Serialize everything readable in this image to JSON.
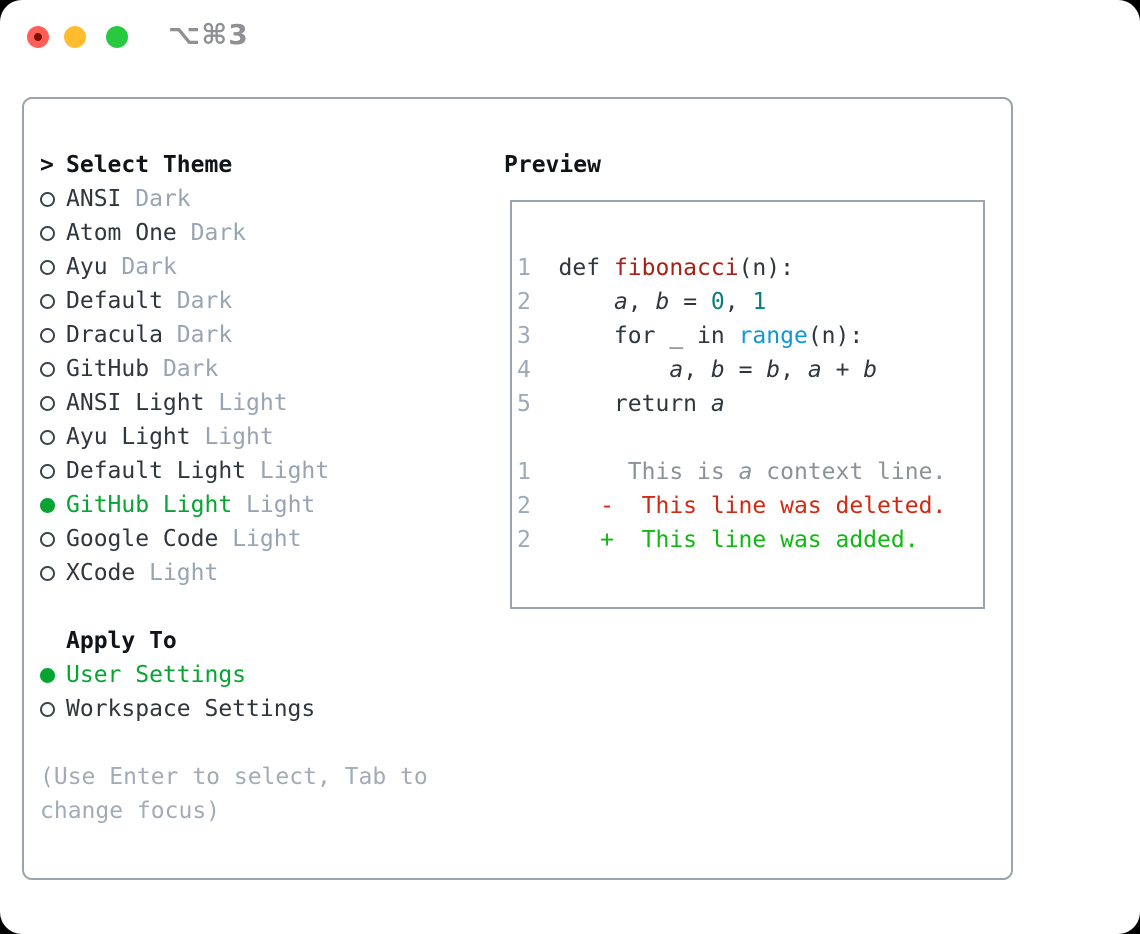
{
  "window": {
    "title_shortcut": "⌥⌘3",
    "traffic_lights": [
      "close",
      "minimize",
      "zoom"
    ]
  },
  "colors": {
    "selected_green": "#07a434",
    "header_text": "#101418",
    "item_text": "#30363d",
    "variant_muted": "#99a4b2",
    "hint_text": "#a3abb7",
    "panel_border": "#9aa3ae",
    "code": "#30363d",
    "function": "#a62117",
    "number": "#0c7d7e",
    "builtin": "#0f98d7",
    "variable": "#30363d",
    "context": "#8c9299",
    "deleted": "#d02a12",
    "added": "#10b910",
    "gutter": "#9caaba"
  },
  "theme_panel": {
    "prompt": ">",
    "title": "Select Theme",
    "themes": [
      {
        "name": "ANSI",
        "variant": "Dark",
        "selected": false
      },
      {
        "name": "Atom One",
        "variant": "Dark",
        "selected": false
      },
      {
        "name": "Ayu",
        "variant": "Dark",
        "selected": false
      },
      {
        "name": "Default",
        "variant": "Dark",
        "selected": false
      },
      {
        "name": "Dracula",
        "variant": "Dark",
        "selected": false
      },
      {
        "name": "GitHub",
        "variant": "Dark",
        "selected": false
      },
      {
        "name": "ANSI Light",
        "variant": "Light",
        "selected": false
      },
      {
        "name": "Ayu Light",
        "variant": "Light",
        "selected": false
      },
      {
        "name": "Default Light",
        "variant": "Light",
        "selected": false
      },
      {
        "name": "GitHub Light",
        "variant": "Light",
        "selected": true
      },
      {
        "name": "Google Code",
        "variant": "Light",
        "selected": false
      },
      {
        "name": "XCode",
        "variant": "Light",
        "selected": false
      }
    ],
    "apply_to": {
      "title": "Apply To",
      "options": [
        {
          "name": "User Settings",
          "selected": true
        },
        {
          "name": "Workspace Settings",
          "selected": false
        }
      ]
    },
    "hint_line1": "(Use Enter to select, Tab to",
    "hint_line2": "change focus)"
  },
  "preview": {
    "title": "Preview",
    "lines": [
      {
        "num": "1",
        "tokens": [
          {
            "t": "def ",
            "c": "code"
          },
          {
            "t": "fibonacci",
            "c": "function"
          },
          {
            "t": "(n):",
            "c": "code"
          }
        ]
      },
      {
        "num": "2",
        "tokens": [
          {
            "t": "    ",
            "c": "code"
          },
          {
            "t": "a",
            "c": "variable",
            "i": true
          },
          {
            "t": ", ",
            "c": "code"
          },
          {
            "t": "b",
            "c": "variable",
            "i": true
          },
          {
            "t": " = ",
            "c": "code"
          },
          {
            "t": "0",
            "c": "number"
          },
          {
            "t": ", ",
            "c": "code"
          },
          {
            "t": "1",
            "c": "number"
          }
        ]
      },
      {
        "num": "3",
        "tokens": [
          {
            "t": "    for _ in ",
            "c": "code"
          },
          {
            "t": "range",
            "c": "builtin"
          },
          {
            "t": "(n):",
            "c": "code"
          }
        ]
      },
      {
        "num": "4",
        "tokens": [
          {
            "t": "        ",
            "c": "code"
          },
          {
            "t": "a",
            "c": "variable",
            "i": true
          },
          {
            "t": ", ",
            "c": "code"
          },
          {
            "t": "b",
            "c": "variable",
            "i": true
          },
          {
            "t": " = ",
            "c": "code"
          },
          {
            "t": "b",
            "c": "variable",
            "i": true
          },
          {
            "t": ", ",
            "c": "code"
          },
          {
            "t": "a",
            "c": "variable",
            "i": true
          },
          {
            "t": " + ",
            "c": "code"
          },
          {
            "t": "b",
            "c": "variable",
            "i": true
          }
        ]
      },
      {
        "num": "5",
        "tokens": [
          {
            "t": "    return ",
            "c": "code"
          },
          {
            "t": "a",
            "c": "variable",
            "i": true
          }
        ]
      },
      {
        "num": "",
        "tokens": []
      },
      {
        "num": "1",
        "tokens": [
          {
            "t": "     This is ",
            "c": "context"
          },
          {
            "t": "a",
            "c": "context",
            "i": true
          },
          {
            "t": " context line.",
            "c": "context"
          }
        ]
      },
      {
        "num": "2",
        "tokens": [
          {
            "t": "   -  This line was deleted.",
            "c": "deleted"
          }
        ]
      },
      {
        "num": "2",
        "tokens": [
          {
            "t": "   +  This line was added.",
            "c": "added"
          }
        ]
      }
    ]
  }
}
